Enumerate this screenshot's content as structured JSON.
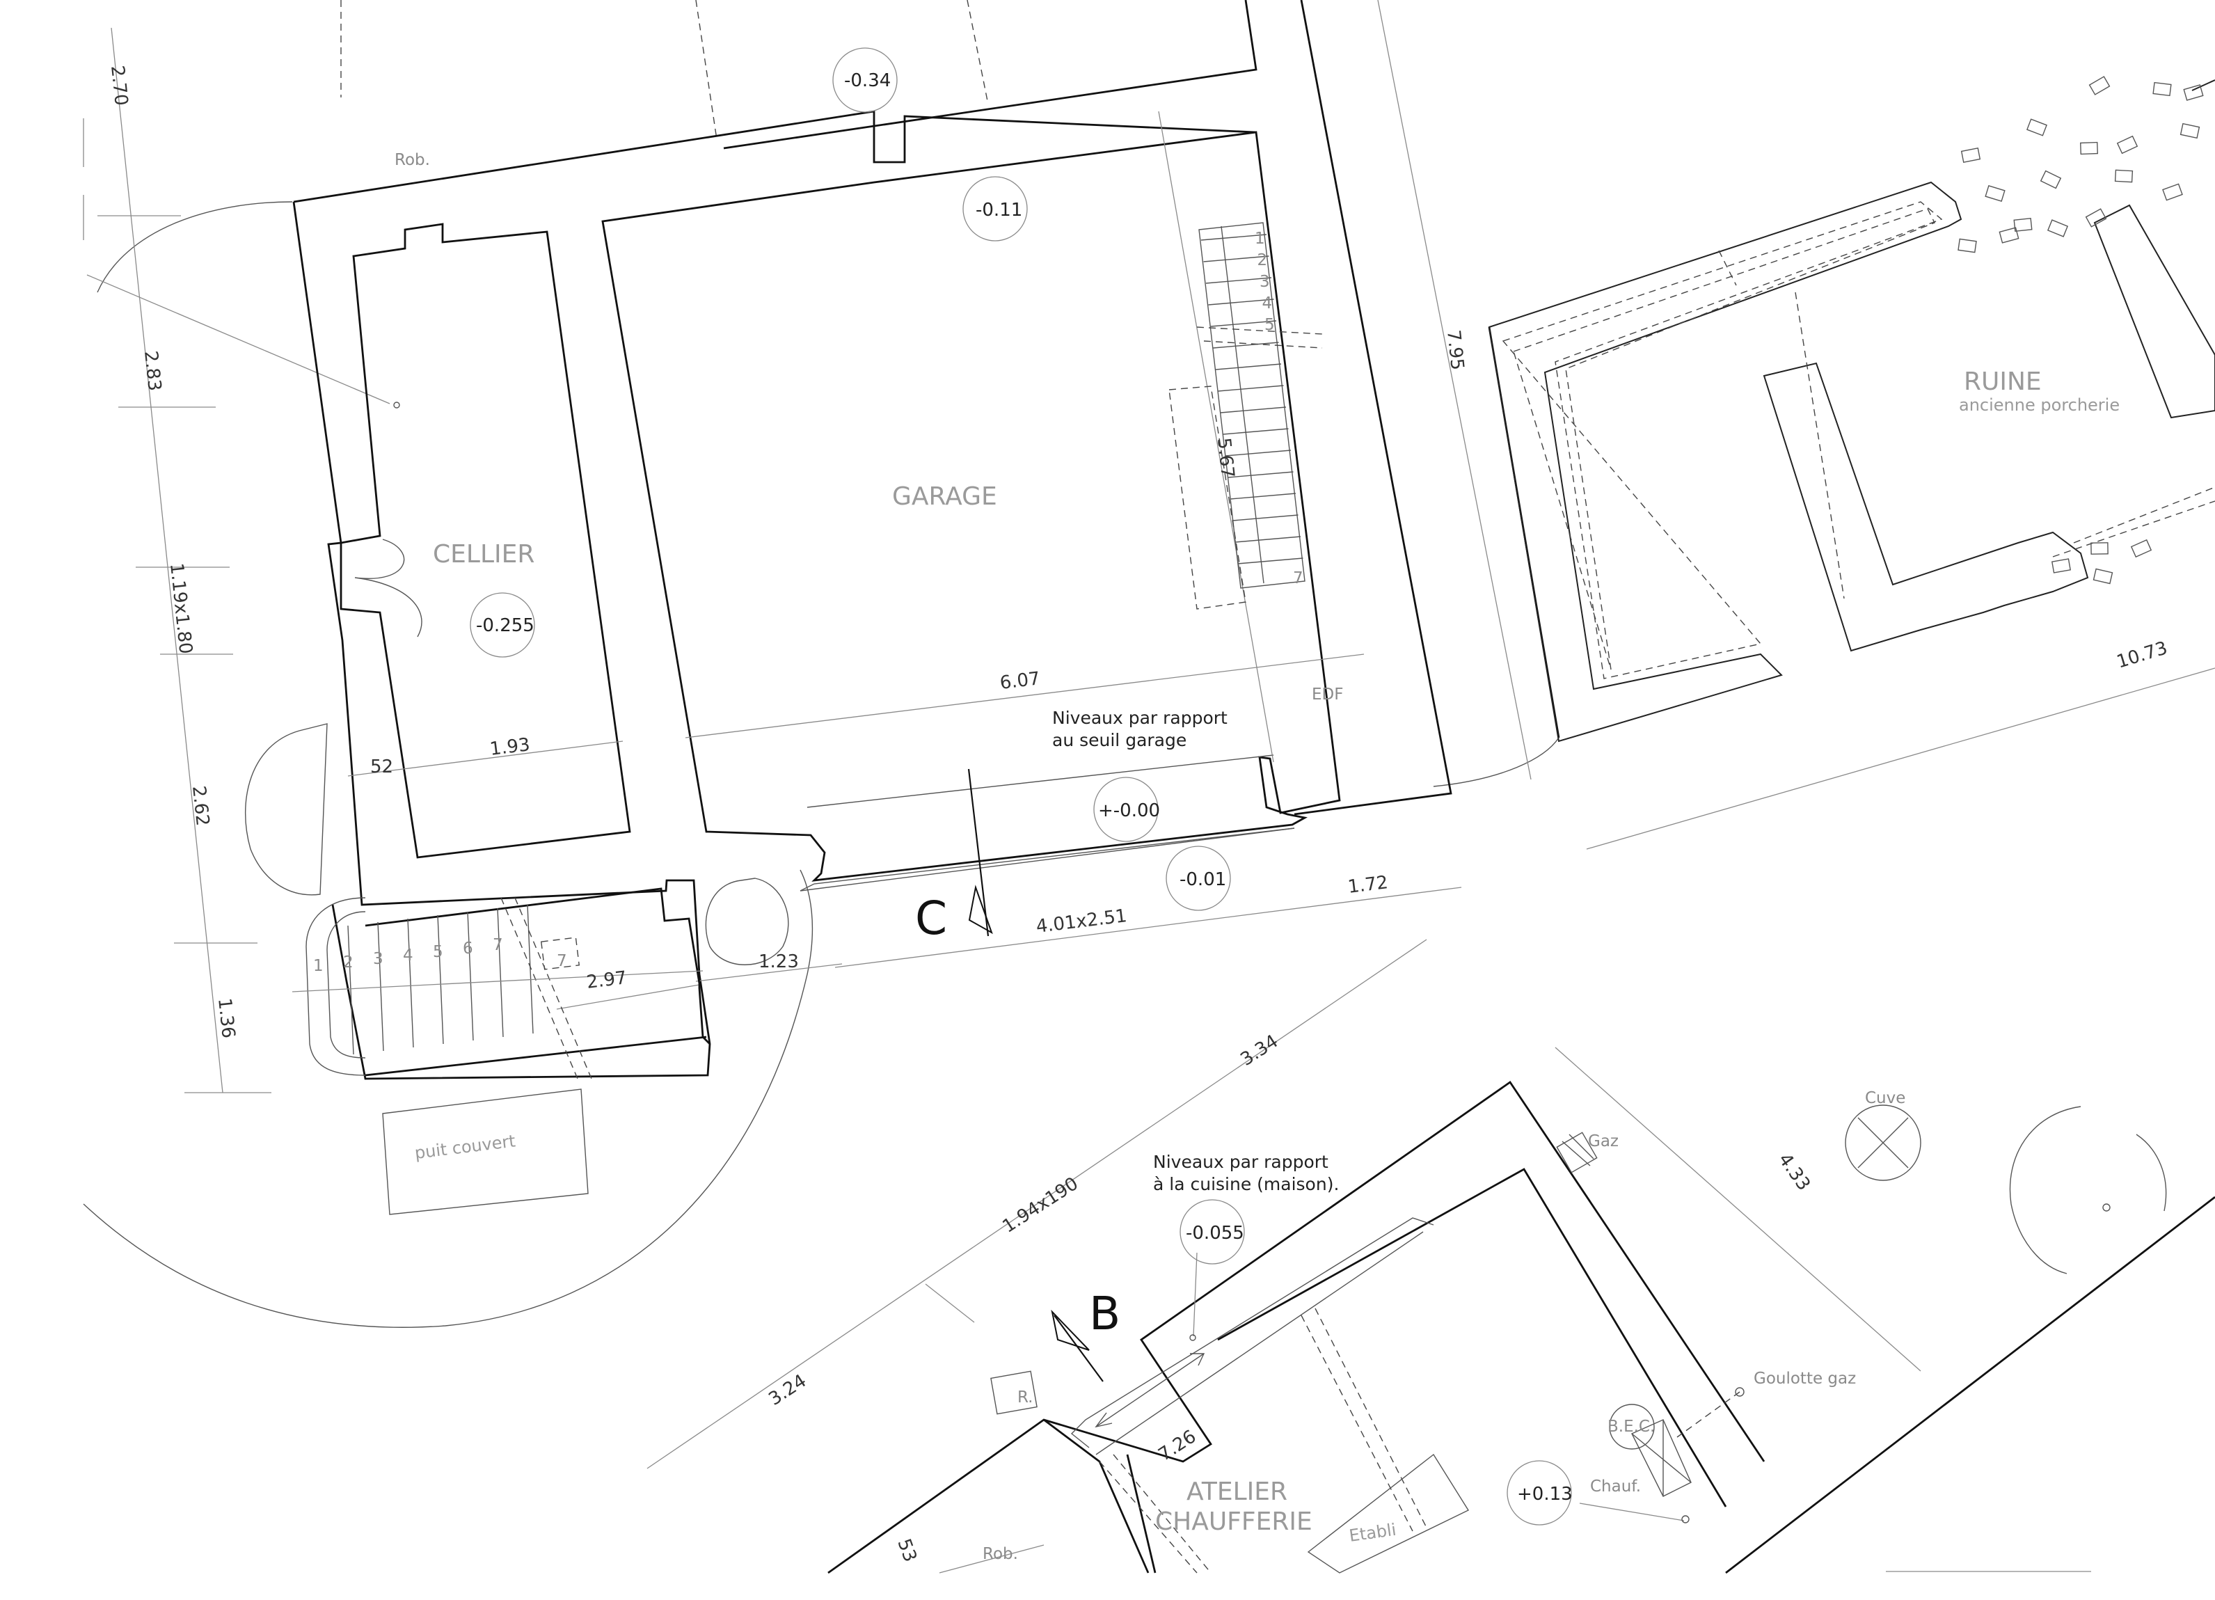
{
  "rooms": {
    "garage": "GARAGE",
    "cellier": "CELLIER",
    "ruine": "RUINE",
    "ruine_sub": "ancienne porcherie",
    "atelier_line1": "ATELIER",
    "atelier_line2": "CHAUFFERIE",
    "puit": "puit couvert",
    "etabli": "Etabli"
  },
  "notes": {
    "garage_levels_1": "Niveaux par rapport",
    "garage_levels_2": "au seuil garage",
    "cuisine_levels_1": "Niveaux par rapport",
    "cuisine_levels_2": "à la cuisine (maison)."
  },
  "levels": {
    "l_034": "-0.34",
    "l_011": "-0.11",
    "l_0255": "-0.255",
    "l_000": "+-0.00",
    "l_001": "-0.01",
    "l_0055": "-0.055",
    "l_013": "+0.13"
  },
  "dimensions": {
    "d_270": "2.70",
    "d_283": "2.83",
    "d_119x180": "1.19x1.80",
    "d_262": "2.62",
    "d_136": "1.36",
    "d_52": "52",
    "d_193": "1.93",
    "d_607": "6.07",
    "d_567": "5.67",
    "d_795": "7.95",
    "d_1073": "10.73",
    "d_172": "1.72",
    "d_401x251": "4.01x2.51",
    "d_123": "1.23",
    "d_297": "2.97",
    "d_334": "3.34",
    "d_194x190": "1.94x190",
    "d_324": "3.24",
    "d_726": "7.26",
    "d_433": "4.33",
    "d_53": "53"
  },
  "equipment": {
    "rob1": "Rob.",
    "rob2": "Rob.",
    "edf": "EDF",
    "gaz": "Gaz",
    "cuve": "Cuve",
    "goulotte": "Goulotte gaz",
    "bec": "B.E.C.",
    "chauf": "Chauf.",
    "r": "R."
  },
  "sections": {
    "c": "C",
    "b": "B"
  },
  "stairs": {
    "outer_steps": [
      "1",
      "2",
      "3",
      "4",
      "5",
      "6",
      "7"
    ],
    "outer_top": "7",
    "garage_steps": [
      "1",
      "2",
      "3",
      "4",
      "5"
    ],
    "garage_top": "7"
  }
}
